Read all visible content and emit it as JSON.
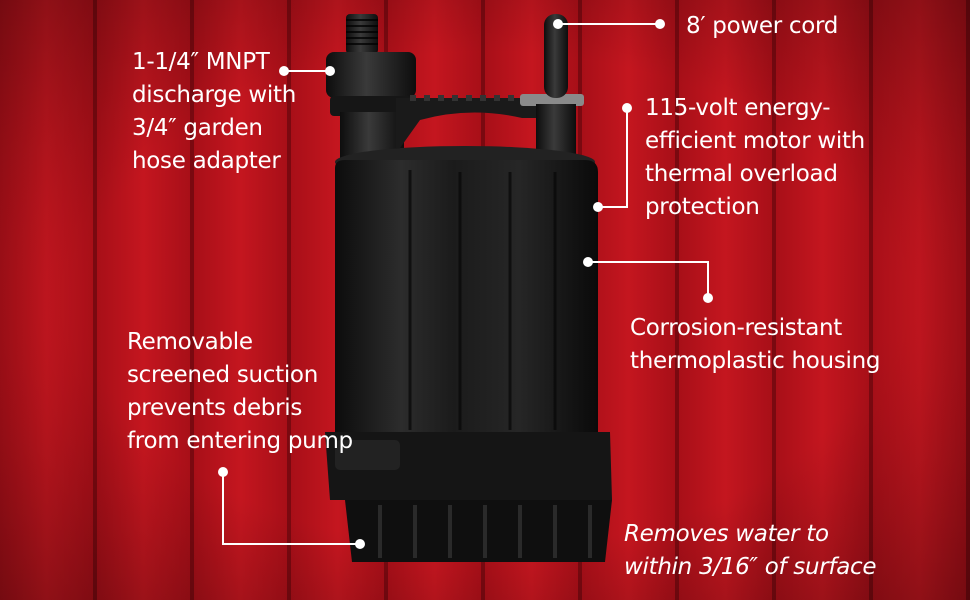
{
  "callouts": {
    "power_cord": {
      "lines": [
        "8′ power cord"
      ]
    },
    "discharge": {
      "lines": [
        "1-1/4″ MNPT",
        "discharge with",
        "3/4″ garden",
        "hose adapter"
      ]
    },
    "motor": {
      "lines": [
        "115-volt energy-",
        "efficient motor with",
        "thermal overload",
        "protection"
      ]
    },
    "housing": {
      "lines": [
        "Corrosion-resistant",
        "thermoplastic housing"
      ]
    },
    "suction": {
      "lines": [
        "Removable",
        "screened suction",
        "prevents debris",
        "from entering pump"
      ]
    },
    "water": {
      "lines": [
        "Removes water to",
        "within 3/16″ of surface"
      ]
    }
  },
  "colors": {
    "background": "#b5121b",
    "text": "#ffffff",
    "pump": "#1a1a1a"
  }
}
